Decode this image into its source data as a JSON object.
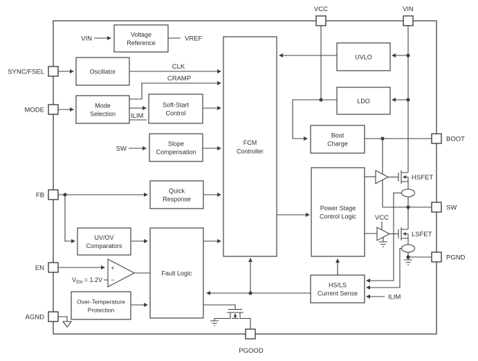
{
  "pins": {
    "vcc": "VCC",
    "vin": "VIN",
    "sync_fsel": "SYNC/FSEL",
    "mode": "MODE",
    "fb": "FB",
    "en": "EN",
    "agnd": "AGND",
    "boot": "BOOT",
    "sw": "SW",
    "pgnd": "PGND",
    "pgood": "PGOOD"
  },
  "blocks": {
    "voltage_reference": {
      "l1": "Voltage",
      "l2": "Reference"
    },
    "oscillator": {
      "l1": "Oscillator"
    },
    "mode_selection": {
      "l1": "Mode",
      "l2": "Selection"
    },
    "soft_start_control": {
      "l1": "Soft-Start",
      "l2": "Control"
    },
    "slope_compensation": {
      "l1": "Slope",
      "l2": "Compensation"
    },
    "quick_response": {
      "l1": "Quick",
      "l2": "Response"
    },
    "uv_ov_comparators": {
      "l1": "UV/OV",
      "l2": "Comparators"
    },
    "fault_logic": {
      "l1": "Fault Logic"
    },
    "over_temperature_protection": {
      "l1": "Over-Temperature",
      "l2": "Protection"
    },
    "fcm_controller": {
      "l1": "FCM",
      "l2": "Controller"
    },
    "uvlo": {
      "l1": "UVLO"
    },
    "ldo": {
      "l1": "LDO"
    },
    "boot_charge": {
      "l1": "Boot",
      "l2": "Charge"
    },
    "power_stage_control_logic": {
      "l1": "Power Stage",
      "l2": "Control Logic"
    },
    "hs_ls_current_sense": {
      "l1": "HS/LS",
      "l2": "Current Sense"
    }
  },
  "signals": {
    "vin_input": "VIN",
    "vref": "VREF",
    "clk": "CLK",
    "cramp": "CRAMP",
    "ilim_mode": "ILIM",
    "sw_sense_input": "SW",
    "ven_v": "V",
    "ven_sub": "EN",
    "ven_value": " = 1.2V",
    "comparator_plus": "+",
    "comparator_minus": "−",
    "vcc_driver": "VCC",
    "hsfet": "HSFET",
    "lsfet": "LSFET",
    "ilim_sense": "ILIM"
  },
  "colors": {
    "line": "#3f3f3f",
    "text": "#2e2e2e",
    "background": "#ffffff"
  }
}
